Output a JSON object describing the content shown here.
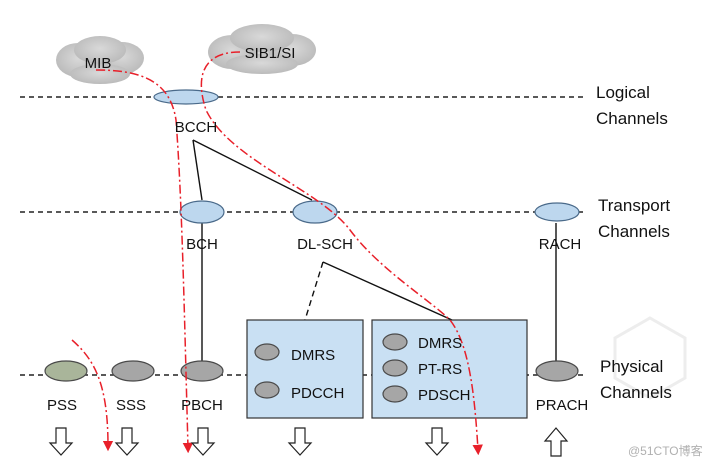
{
  "layers": {
    "logical": [
      "Logical",
      "Channels"
    ],
    "transport": [
      "Transport",
      "Channels"
    ],
    "physical": [
      "Physical",
      "Channels"
    ]
  },
  "clouds": {
    "mib": "MIB",
    "sib": "SIB1/SI"
  },
  "logical_channels": {
    "bcch": "BCCH"
  },
  "transport_channels": {
    "bch": "BCH",
    "dlsch": "DL-SCH",
    "rach": "RACH"
  },
  "physical_channels": {
    "pss": "PSS",
    "sss": "SSS",
    "pbch": "PBCH",
    "prach": "PRACH",
    "box1": [
      "DMRS",
      "PDCCH"
    ],
    "box2": [
      "DMRS",
      "PT-RS",
      "PDSCH"
    ]
  },
  "watermark": "@51CTO博客",
  "colors": {
    "cloud": "#c8c8c8",
    "logical_transport_ellipse": "#bdd7ee",
    "box_fill": "#c9e0f3",
    "physical_ellipse": "#a6a6a6",
    "pss_ellipse": "#a9b59a",
    "flow_line": "#e8202a"
  }
}
